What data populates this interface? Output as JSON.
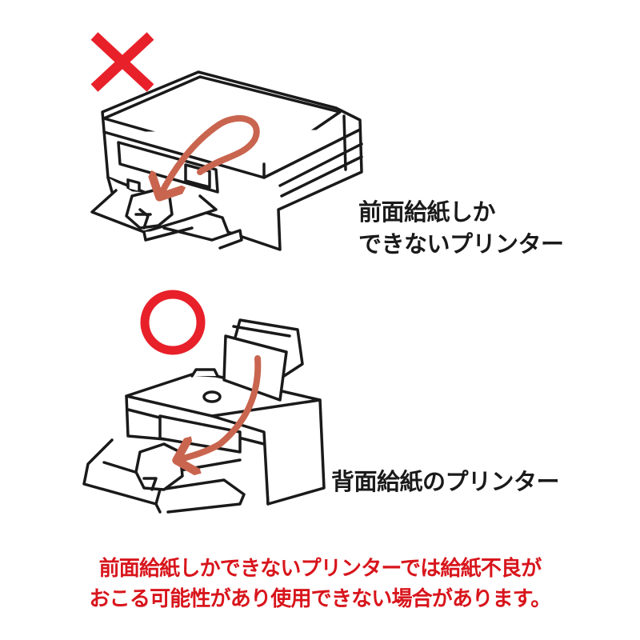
{
  "front_feed": {
    "mark": "×",
    "caption_line1": "前面給紙しか",
    "caption_line2": "できないプリンター"
  },
  "rear_feed": {
    "mark": "○",
    "caption": "背面給紙のプリンター"
  },
  "note": {
    "line1": "前面給紙しかできないプリンターでは給紙不良が",
    "line2": "おこる可能性があり使用できない場合があります。"
  },
  "colors": {
    "mark_red": "#e8202a",
    "arrow_brown": "#c9654f",
    "note_red": "#d8151c",
    "line": "#1a1a1a"
  }
}
